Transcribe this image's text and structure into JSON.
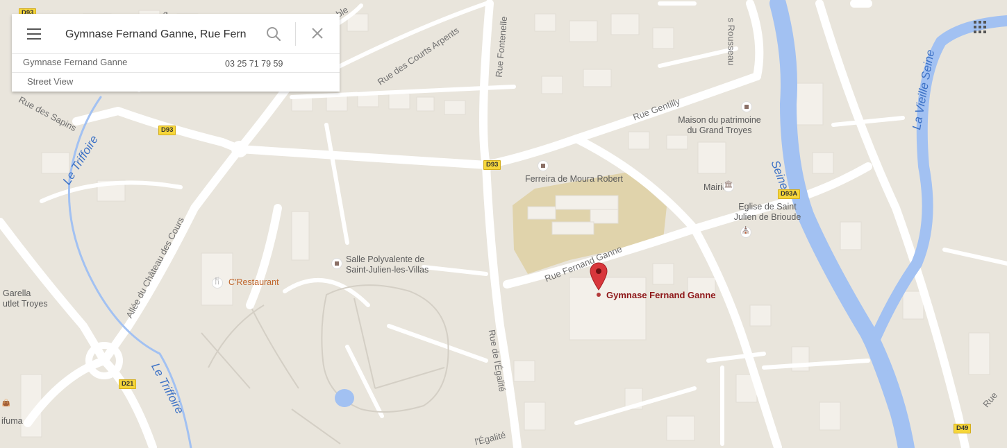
{
  "search": {
    "query": "Gymnase Fernand Ganne, Rue Fern",
    "result_name": "Gymnase Fernand Ganne",
    "result_phone": "03 25 71 79 59",
    "street_view": "Street View"
  },
  "icons": {
    "menu": "hamburger-menu-icon",
    "search": "search-icon",
    "close": "close-icon",
    "apps": "apps-grid-icon"
  },
  "marker": {
    "label": "Gymnase Fernand Ganne",
    "color": "#d8373c"
  },
  "colors": {
    "land": "#e9e5dc",
    "road": "#ffffff",
    "water": "#a2c1f2",
    "water_label": "#3d72c6",
    "campus": "#e0d3ab",
    "shield": "#f6d63a"
  },
  "pois": {
    "maison_line1": "Maison du patrimoine",
    "maison_line2": "du Grand Troyes",
    "ferreira": "Ferreira de Moura Robert",
    "mairie": "Mairie",
    "eglise_line1": "Eglise de Saint",
    "eglise_line2": "Julien de Brioude",
    "salle_line1": "Salle Polyvalente de",
    "salle_line2": "Saint-Julien-les-Villas",
    "restaurant": "C'Restaurant",
    "garella_line1": "Garella",
    "garella_line2": "utlet Troyes",
    "fuma": "ifuma"
  },
  "streets": {
    "courts_arpents": "Rue des Courts Arpents",
    "fontenelle": "Rue Fontenelle",
    "rousseau": "s Rousseau",
    "gentilly": "Rue Gentilly",
    "sapins": "Rue des Sapins",
    "chateau": "Allée du Château des Cours",
    "fernand_ganne": "Rue Fernand Ganne",
    "egalite": "Rue de l'Égalité",
    "egalite2": "l'Égalité",
    "rue_right": "Rue",
    "ve": "ve",
    "ble": "ble"
  },
  "shields": {
    "d93_top": "D93",
    "d93_left": "D93",
    "d93_mid": "D93",
    "d93a": "D93A",
    "d21": "D21",
    "d49": "D49"
  },
  "water_labels": {
    "seine": "Seine",
    "vieille_seine": "La Vieille Seine",
    "triffoire_top": "Le Triffoire",
    "triffoire_bottom": "Le Triffoire"
  }
}
